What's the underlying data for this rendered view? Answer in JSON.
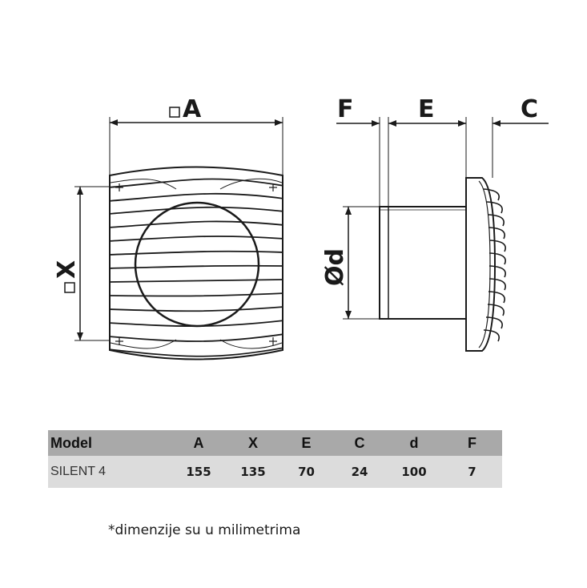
{
  "diagram": {
    "labels": {
      "a": "A",
      "x": "X",
      "f": "F",
      "e": "E",
      "c": "C",
      "d": "Ød"
    }
  },
  "table": {
    "headers": [
      "Model",
      "A",
      "X",
      "E",
      "C",
      "d",
      "F"
    ],
    "rows": [
      [
        "SILENT 4",
        "155",
        "135",
        "70",
        "24",
        "100",
        "7"
      ]
    ]
  },
  "footnote": "*dimenzije su u milimetrima"
}
